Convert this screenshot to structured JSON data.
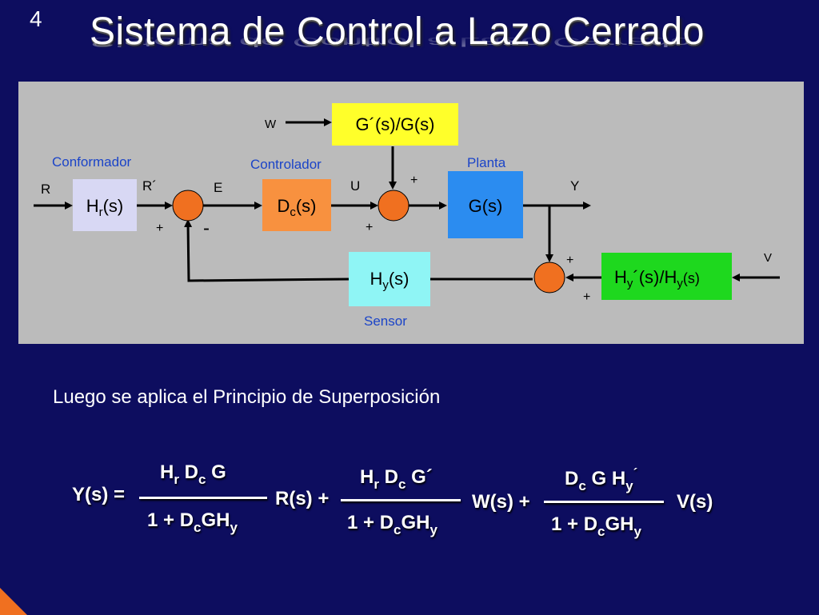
{
  "slide_number": "4",
  "title": "Sistema de Control a Lazo Cerrado",
  "diagram": {
    "blocks": {
      "hr": {
        "main": "H",
        "sub": "r",
        "rest": "(s)"
      },
      "dc": {
        "main": "D",
        "sub": "c",
        "rest": "(s)"
      },
      "g": {
        "text": "G(s)"
      },
      "gw": {
        "text": "G´(s)/G(s)"
      },
      "hy": {
        "main": "H",
        "sub": "y",
        "rest": "(s)"
      },
      "hv": {
        "a": "H",
        "a_sub": "y",
        "mid": "´(s)/H",
        "b_sub": "y",
        "end": "(s)"
      }
    },
    "block_labels": {
      "conformador": "Conformador",
      "controlador": "Controlador",
      "planta": "Planta",
      "sensor": "Sensor"
    },
    "signals": {
      "r": "R",
      "r_prime": "R´",
      "e": "E",
      "u": "U",
      "y": "Y",
      "w": "W",
      "v": "V"
    },
    "signs": {
      "s1_plus": "+",
      "s1_minus": "-",
      "s2_top": "+",
      "s2_bottom": "+",
      "s3_top": "+",
      "s3_bottom": "+"
    },
    "colors": {
      "hr": "#d8d8f4",
      "dc": "#f8913f",
      "g": "#2b8cf0",
      "gw": "#ffff2a",
      "hy": "#8ff5f5",
      "hv": "#1ed81e",
      "summer": "#f07020",
      "panel": "#bbbbbb",
      "label": "#1b44c8"
    }
  },
  "text": "Luego se aplica el Principio de Superposición",
  "equation": {
    "lhs": "Y(s) =",
    "f1_num": {
      "h": "H",
      "h_sub": "r",
      "d": "D",
      "d_sub": "c",
      "g": "G"
    },
    "den": {
      "one": "1 + D",
      "c": "c",
      "g": "G",
      "h": "H",
      "y": "y"
    },
    "term1": "R(s) +",
    "f2_num": {
      "h": "H",
      "h_sub": "r",
      "d": "D",
      "d_sub": "c",
      "g": "G´"
    },
    "term2": "W(s) +",
    "f3_num": {
      "d": "D",
      "d_sub": "c",
      "g": "G H",
      "y_sub": "y",
      "prime": "´"
    },
    "term3": "V(s)"
  }
}
